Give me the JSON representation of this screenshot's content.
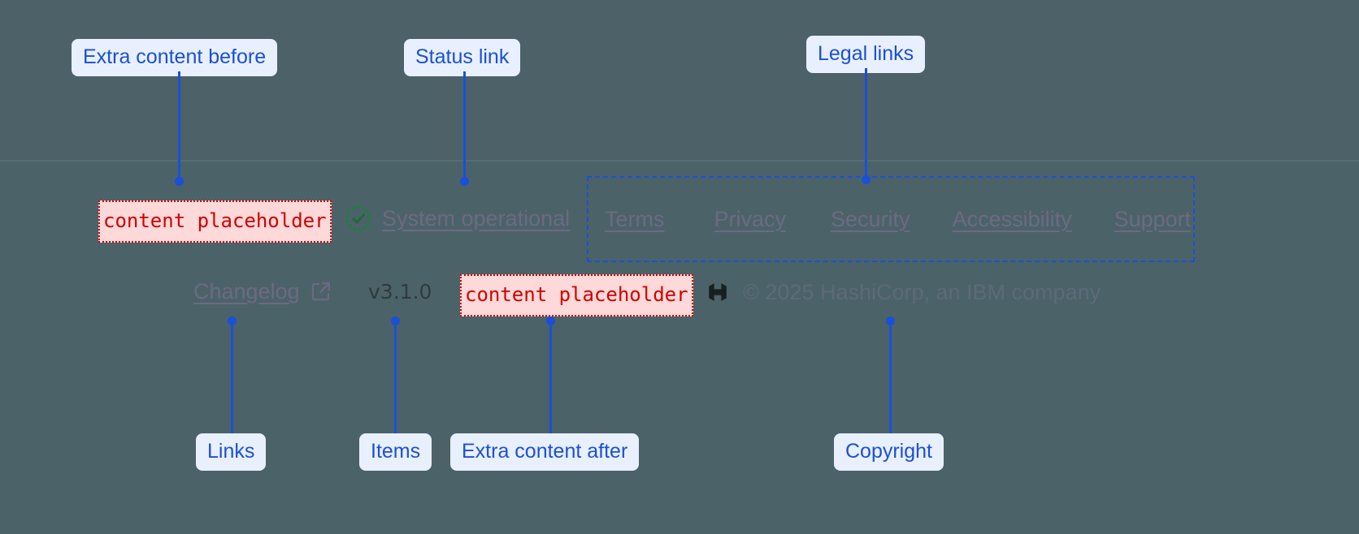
{
  "page": {
    "background_color": "#4b6269",
    "accent_color": "#1a50d8",
    "placeholder_color": "#d20000",
    "status_ok_color": "#0b8a2a"
  },
  "annotations": [
    {
      "id": "extra-before",
      "label": "Extra content before"
    },
    {
      "id": "status-link",
      "label": "Status link"
    },
    {
      "id": "legal-links",
      "label": "Legal links"
    },
    {
      "id": "links",
      "label": "Links"
    },
    {
      "id": "items",
      "label": "Items"
    },
    {
      "id": "extra-after",
      "label": "Extra content after"
    },
    {
      "id": "copyright",
      "label": "Copyright"
    }
  ],
  "footer": {
    "extra_before": {
      "text": "content placeholder"
    },
    "extra_after": {
      "text": "content placeholder"
    },
    "status": {
      "icon": "check-circle-icon",
      "label": "System operational"
    },
    "legal_links": [
      {
        "label": "Terms"
      },
      {
        "label": "Privacy"
      },
      {
        "label": "Security"
      },
      {
        "label": "Accessibility"
      },
      {
        "label": "Support"
      }
    ],
    "changelog": {
      "label": "Changelog",
      "icon": "external-link-icon"
    },
    "version": {
      "label": "v3.1.0"
    },
    "copyright": {
      "logo": "hashicorp-logo",
      "text": "© 2025 HashiCorp, an IBM company"
    }
  }
}
